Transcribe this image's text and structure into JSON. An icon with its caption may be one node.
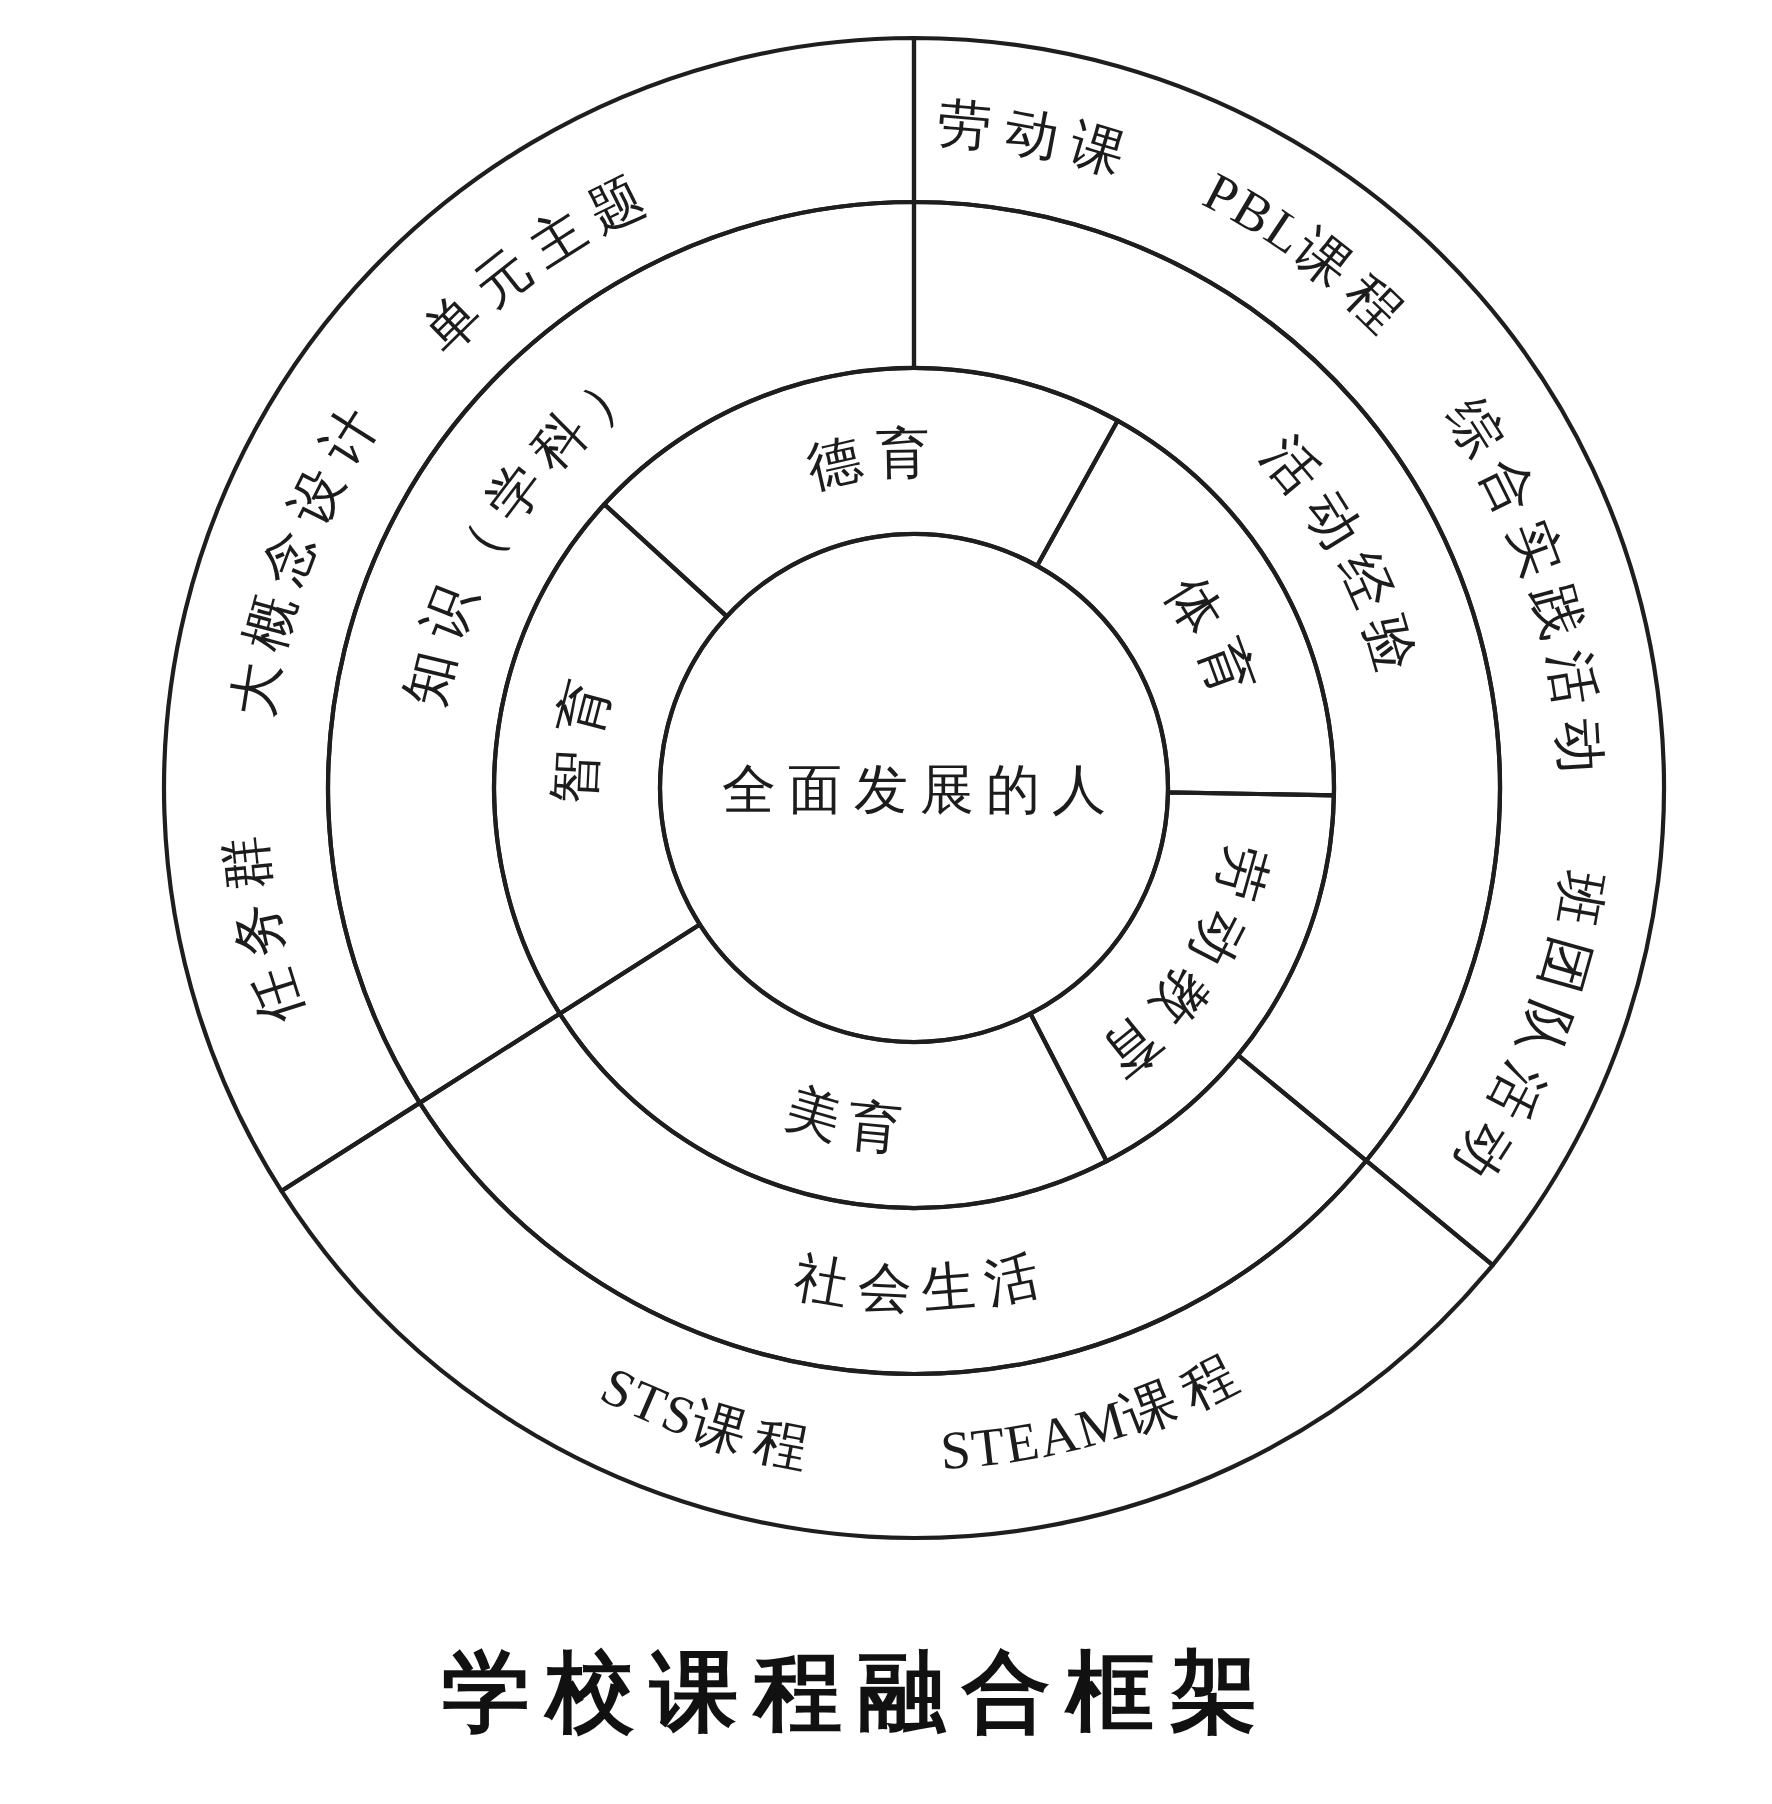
{
  "diagram": {
    "title": "学校课程融合框架",
    "nodes": [
      {
        "text": [
          "全面发展的人"
        ]
      },
      {
        "text": [
          "德育"
        ]
      },
      {
        "text": [
          "体育"
        ]
      },
      {
        "text": [
          "劳动教育"
        ]
      },
      {
        "text": [
          "美育"
        ]
      },
      {
        "text": [
          "智育"
        ]
      },
      {
        "text": [
          "知识（学科）"
        ]
      },
      {
        "text": [
          "活动经验"
        ]
      },
      {
        "text": [
          "社会生活"
        ]
      },
      {
        "text": [
          "单元主题",
          "大概念设计",
          "任务群"
        ]
      },
      {
        "text": [
          "劳动课",
          "PBL课程",
          "综合实践活动",
          "班团队活动"
        ]
      },
      {
        "text": [
          "STS课程",
          "STEAM课程"
        ]
      }
    ]
  }
}
